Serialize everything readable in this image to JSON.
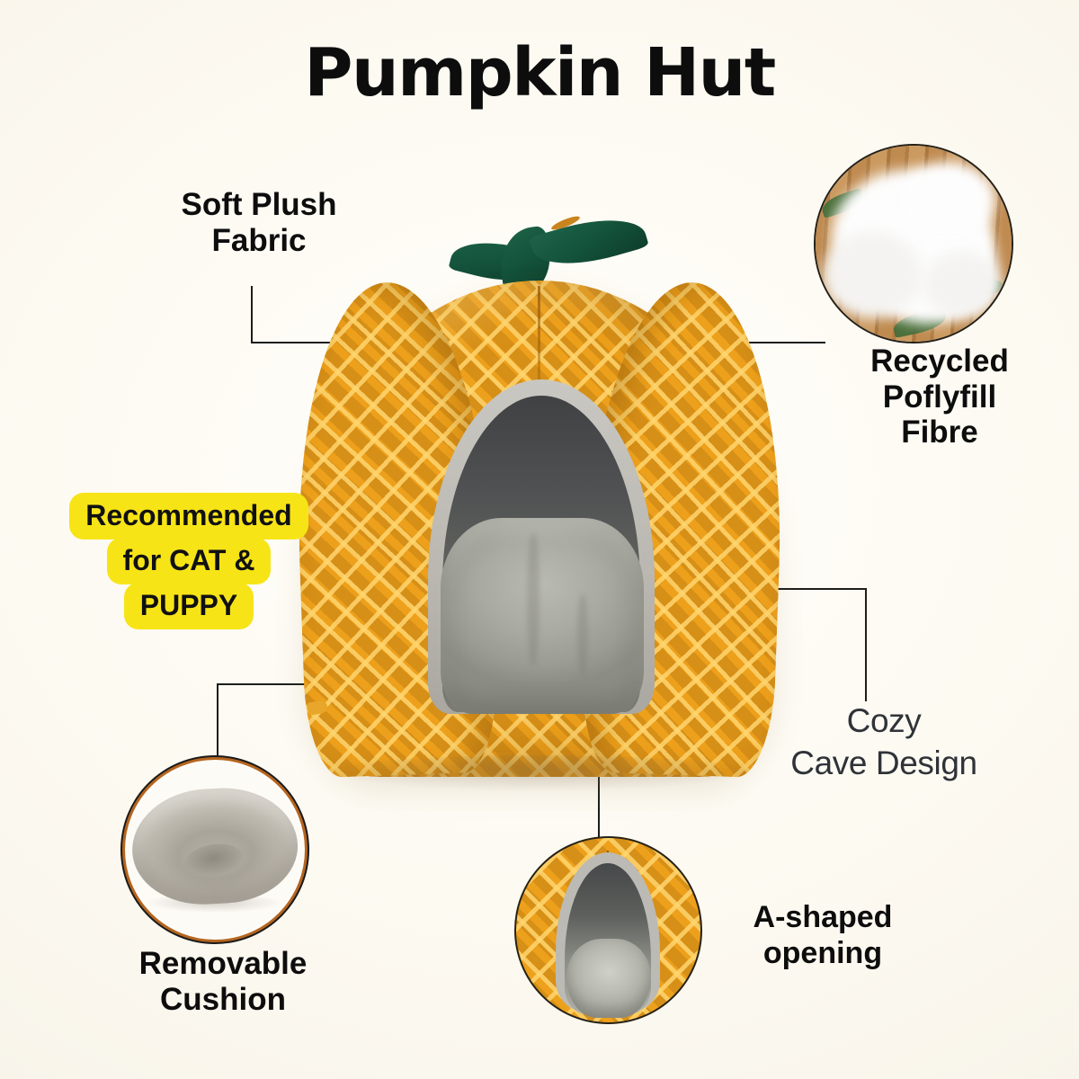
{
  "page": {
    "title": "Pumpkin Hut",
    "background_color": "#fdfaf2",
    "text_color": "#0d0d0d"
  },
  "badge": {
    "name": "recommended-badge",
    "background_color": "#f7e417",
    "lines": [
      "Recommended",
      "for CAT &",
      "PUPPY"
    ]
  },
  "callouts": [
    {
      "id": "soft-plush-fabric",
      "label": "Soft Plush\nFabric",
      "style": "bold-black"
    },
    {
      "id": "recycled-polyfill-fibre",
      "label": "Recycled\nPoflyfill\nFibre",
      "style": "bold-black"
    },
    {
      "id": "cozy-cave-design",
      "label": "Cozy\nCave Design",
      "style": "regular-grey"
    },
    {
      "id": "removable-cushion",
      "label": "Removable\nCushion",
      "style": "bold-black"
    },
    {
      "id": "a-shaped-opening",
      "label": "A-shaped\nopening",
      "style": "bold-black"
    }
  ],
  "product": {
    "name": "pumpkin-hut-pet-bed",
    "body_color": "#eda01b",
    "ridge_color": "#ffd56e",
    "shadow_color": "#a0670e",
    "leaf_color": "#14543c",
    "interior_color": "#63645f",
    "trim_color": "#bcbab4",
    "cushion_color": "#a9aaa1"
  },
  "insets": [
    {
      "id": "fibre-photo",
      "description": "white recycled polyfill fibre on wooden board",
      "border_color": "#242018"
    },
    {
      "id": "cushion-photo",
      "description": "removable grey round cushion",
      "border_color": "#b5651f"
    },
    {
      "id": "opening-photo",
      "description": "close-up of A-shaped opening",
      "border_color": "#272217"
    }
  ],
  "leader_line_color": "#1d1d1b"
}
